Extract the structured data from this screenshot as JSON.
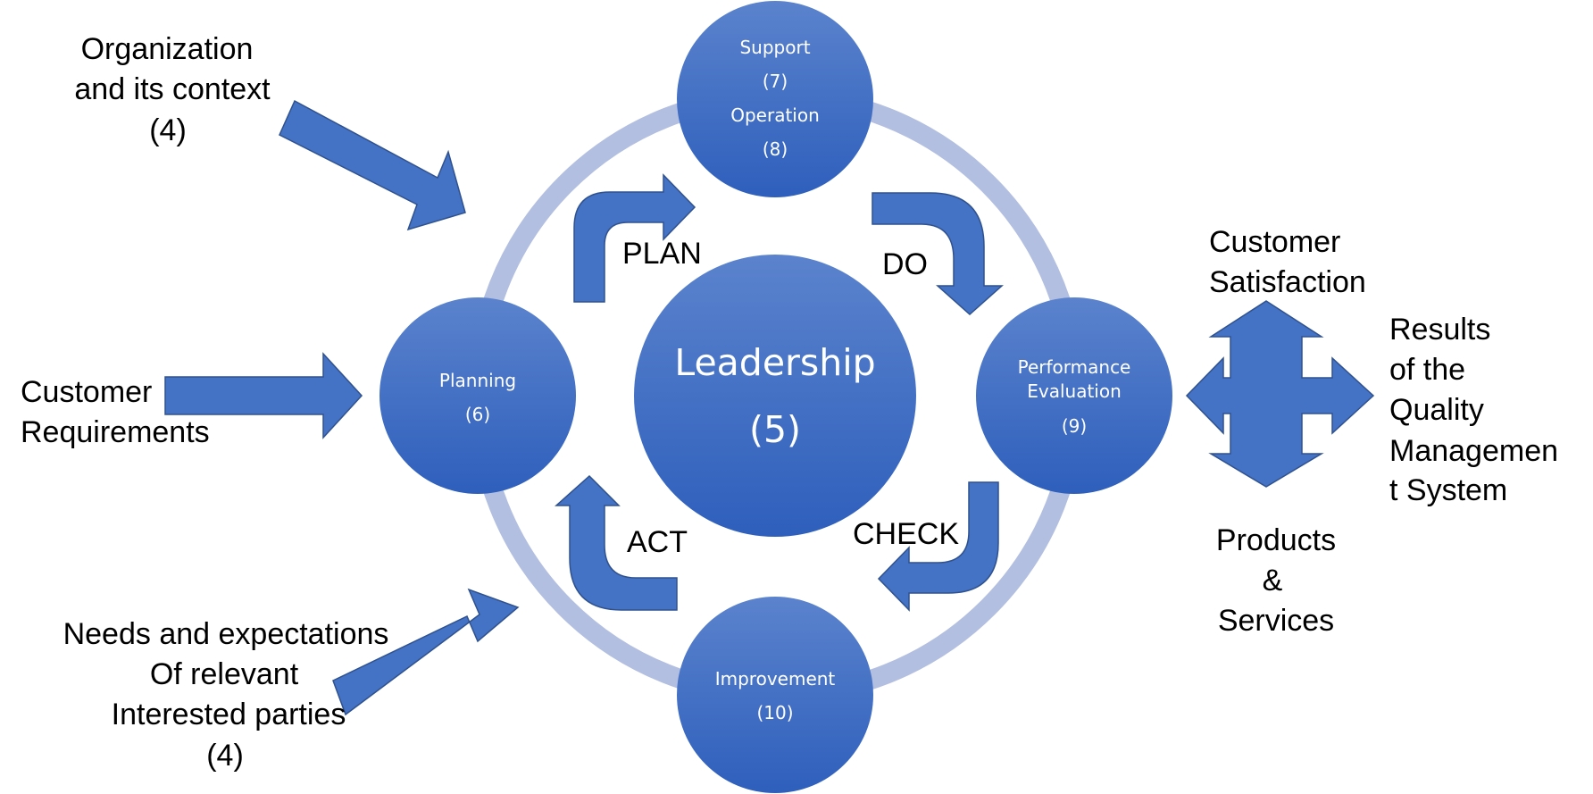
{
  "colors": {
    "ring": "#b2bfe0",
    "node_light": "#5b83cd",
    "node_dark": "#2e5fbc",
    "arrow": "#4472c4",
    "arrow_stroke": "#2f528f",
    "text": "#000000",
    "node_text": "#ffffff"
  },
  "nodes": {
    "leadership": {
      "line1": "Leadership",
      "line2": "(5)"
    },
    "support": {
      "line1": "Support",
      "line2": "(7)",
      "line3": "Operation",
      "line4": "(8)"
    },
    "planning": {
      "line1": "Planning",
      "line2": "(6)"
    },
    "performance": {
      "line1": "Performance",
      "line2": "Evaluation",
      "line3": "(9)"
    },
    "improvement": {
      "line1": "Improvement",
      "line2": "(10)"
    }
  },
  "cycle": {
    "plan": "PLAN",
    "do": "DO",
    "check": "CHECK",
    "act": "ACT"
  },
  "inputs": {
    "organization": {
      "line1": "Organization",
      "line2": "and its context",
      "line3": "(4)"
    },
    "customer_requirements": {
      "line1": "Customer",
      "line2": "Requirements"
    },
    "needs": {
      "line1": "Needs and expectations",
      "line2": "Of relevant",
      "line3": "Interested parties",
      "line4": "(4)"
    }
  },
  "outputs": {
    "customer_satisfaction": {
      "line1": "Customer",
      "line2": "Satisfaction"
    },
    "results": {
      "line1": "Results",
      "line2": "of the",
      "line3": "Quality",
      "line4": "Managemen",
      "line5": "t System"
    },
    "products": {
      "line1": "Products",
      "line2": "&",
      "line3": "Services"
    }
  }
}
